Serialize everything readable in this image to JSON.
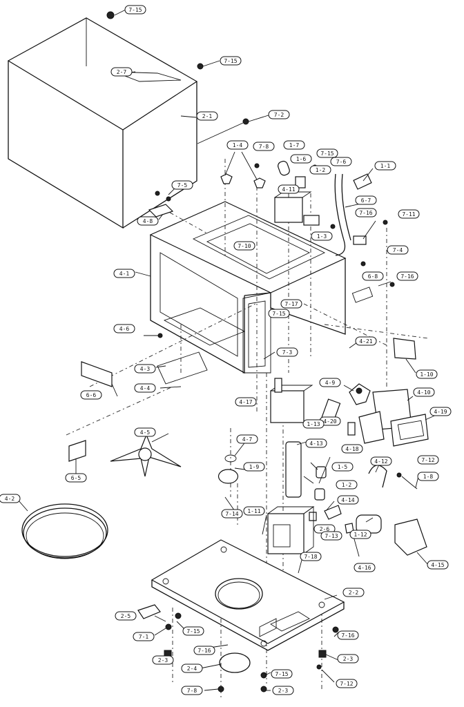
{
  "labels": [
    {
      "id": "7-15-a",
      "text": "7-15"
    },
    {
      "id": "7-15-b",
      "text": "7-15"
    },
    {
      "id": "2-7",
      "text": "2-7"
    },
    {
      "id": "2-1",
      "text": "2-1"
    },
    {
      "id": "7-2",
      "text": "7-2"
    },
    {
      "id": "1-4",
      "text": "1-4"
    },
    {
      "id": "7-8",
      "text": "7-8"
    },
    {
      "id": "1-7",
      "text": "1-7"
    },
    {
      "id": "7-15-c",
      "text": "7-15"
    },
    {
      "id": "1-6",
      "text": "1-6"
    },
    {
      "id": "1-2-a",
      "text": "1-2"
    },
    {
      "id": "7-6",
      "text": "7-6"
    },
    {
      "id": "1-1",
      "text": "1-1"
    },
    {
      "id": "7-5",
      "text": "7-5"
    },
    {
      "id": "4-11",
      "text": "4-11"
    },
    {
      "id": "6-7",
      "text": "6-7"
    },
    {
      "id": "7-16-a",
      "text": "7-16"
    },
    {
      "id": "7-11",
      "text": "7-11"
    },
    {
      "id": "4-8",
      "text": "4-8"
    },
    {
      "id": "1-3",
      "text": "1-3"
    },
    {
      "id": "7-10",
      "text": "7-10"
    },
    {
      "id": "7-4",
      "text": "7-4"
    },
    {
      "id": "4-1",
      "text": "4-1"
    },
    {
      "id": "6-8",
      "text": "6-8"
    },
    {
      "id": "7-16-b",
      "text": "7-16"
    },
    {
      "id": "7-17",
      "text": "7-17"
    },
    {
      "id": "7-15-d",
      "text": "7-15"
    },
    {
      "id": "4-6",
      "text": "4-6"
    },
    {
      "id": "4-21",
      "text": "4-21"
    },
    {
      "id": "1-10",
      "text": "1-10"
    },
    {
      "id": "7-3",
      "text": "7-3"
    },
    {
      "id": "4-3",
      "text": "4-3"
    },
    {
      "id": "4-4",
      "text": "4-4"
    },
    {
      "id": "4-9",
      "text": "4-9"
    },
    {
      "id": "4-10",
      "text": "4-10"
    },
    {
      "id": "6-6",
      "text": "6-6"
    },
    {
      "id": "4-17",
      "text": "4-17"
    },
    {
      "id": "4-20",
      "text": "4-20"
    },
    {
      "id": "4-19",
      "text": "4-19"
    },
    {
      "id": "1-13",
      "text": "1-13"
    },
    {
      "id": "4-18",
      "text": "4-18"
    },
    {
      "id": "4-5",
      "text": "4-5"
    },
    {
      "id": "4-7",
      "text": "4-7"
    },
    {
      "id": "4-13",
      "text": "4-13"
    },
    {
      "id": "4-12",
      "text": "4-12"
    },
    {
      "id": "7-12-a",
      "text": "7-12"
    },
    {
      "id": "6-5",
      "text": "6-5"
    },
    {
      "id": "1-9",
      "text": "1-9"
    },
    {
      "id": "1-5",
      "text": "1-5"
    },
    {
      "id": "1-8",
      "text": "1-8"
    },
    {
      "id": "1-2-b",
      "text": "1-2"
    },
    {
      "id": "4-2",
      "text": "4-2"
    },
    {
      "id": "7-14",
      "text": "7-14"
    },
    {
      "id": "4-14",
      "text": "4-14"
    },
    {
      "id": "1-11",
      "text": "1-11"
    },
    {
      "id": "2-6",
      "text": "2-6"
    },
    {
      "id": "7-13",
      "text": "7-13"
    },
    {
      "id": "1-12",
      "text": "1-12"
    },
    {
      "id": "7-18",
      "text": "7-18"
    },
    {
      "id": "4-16",
      "text": "4-16"
    },
    {
      "id": "4-15",
      "text": "4-15"
    },
    {
      "id": "2-2",
      "text": "2-2"
    },
    {
      "id": "2-5",
      "text": "2-5"
    },
    {
      "id": "7-1",
      "text": "7-1"
    },
    {
      "id": "7-15-e",
      "text": "7-15"
    },
    {
      "id": "7-16-c",
      "text": "7-16"
    },
    {
      "id": "2-3-a",
      "text": "2-3"
    },
    {
      "id": "7-16-d",
      "text": "7-16"
    },
    {
      "id": "2-4",
      "text": "2-4"
    },
    {
      "id": "7-15-f",
      "text": "7-15"
    },
    {
      "id": "2-3-b",
      "text": "2-3"
    },
    {
      "id": "7-8-b",
      "text": "7-8"
    },
    {
      "id": "2-3-c",
      "text": "2-3"
    },
    {
      "id": "7-12-b",
      "text": "7-12"
    }
  ]
}
